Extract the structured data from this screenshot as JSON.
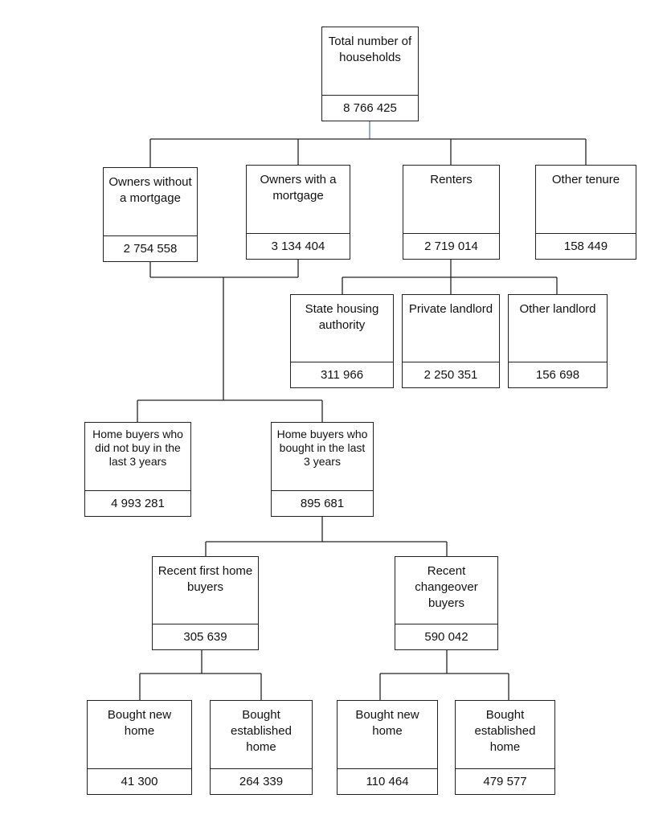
{
  "nodes": {
    "total": {
      "label": "Total number of households",
      "value": "8 766 425"
    },
    "owners_no_mortgage": {
      "label": "Owners without a mortgage",
      "value": "2 754 558"
    },
    "owners_mortgage": {
      "label": "Owners with a mortgage",
      "value": "3 134 404"
    },
    "renters": {
      "label": "Renters",
      "value": "2 719 014"
    },
    "other_tenure": {
      "label": "Other tenure",
      "value": "158 449"
    },
    "state_housing": {
      "label": "State housing authority",
      "value": "311 966"
    },
    "private_landlord": {
      "label": "Private landlord",
      "value": "2 250 351"
    },
    "other_landlord": {
      "label": "Other landlord",
      "value": "156 698"
    },
    "buyers_not_recent": {
      "label": "Home buyers who did not buy in the last 3 years",
      "value": "4 993 281"
    },
    "buyers_recent": {
      "label": "Home buyers who bought in the last 3 years",
      "value": "895 681"
    },
    "first_home_buyers": {
      "label": "Recent first home buyers",
      "value": "305 639"
    },
    "changeover_buyers": {
      "label": "Recent changeover buyers",
      "value": "590 042"
    },
    "first_new": {
      "label": "Bought new home",
      "value": "41 300"
    },
    "first_established": {
      "label": "Bought established home",
      "value": "264 339"
    },
    "change_new": {
      "label": "Bought new home",
      "value": "110 464"
    },
    "change_established": {
      "label": "Bought established home",
      "value": "479 577"
    }
  }
}
